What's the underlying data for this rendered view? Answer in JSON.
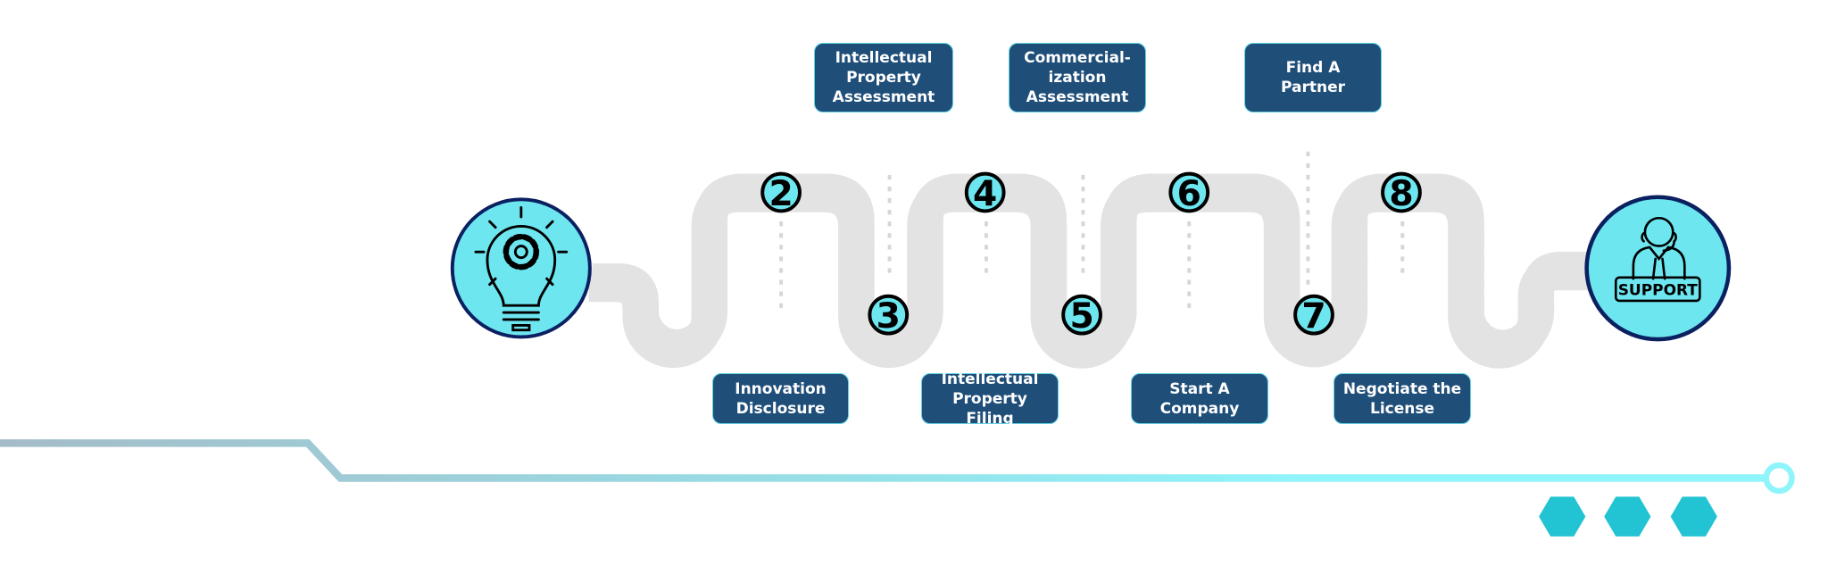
{
  "steps": [
    {
      "number": "2",
      "label": "Innovation Disclosure"
    },
    {
      "number": "3",
      "label": "Intellectual Property Assessment"
    },
    {
      "number": "4",
      "label": "Intellectual Property Filing"
    },
    {
      "number": "5",
      "label": "Commercial-ization Assessment"
    },
    {
      "number": "6",
      "label": "Start A Company"
    },
    {
      "number": "7",
      "label": "Find A Partner"
    },
    {
      "number": "8",
      "label": "Negotiate the License"
    }
  ],
  "start_icon": "lightbulb-gear-icon",
  "end_icon": {
    "name": "support-agent-icon",
    "text": "SUPPORT"
  },
  "colors": {
    "road": "#0b2d57",
    "road_edge": "#3f62a3",
    "marker": "#6de6f0",
    "label_bg": "#1f4e79",
    "hexagon": "#22c3d3",
    "line_start": "#a4bcc8",
    "line_end": "#8ff5fb"
  }
}
